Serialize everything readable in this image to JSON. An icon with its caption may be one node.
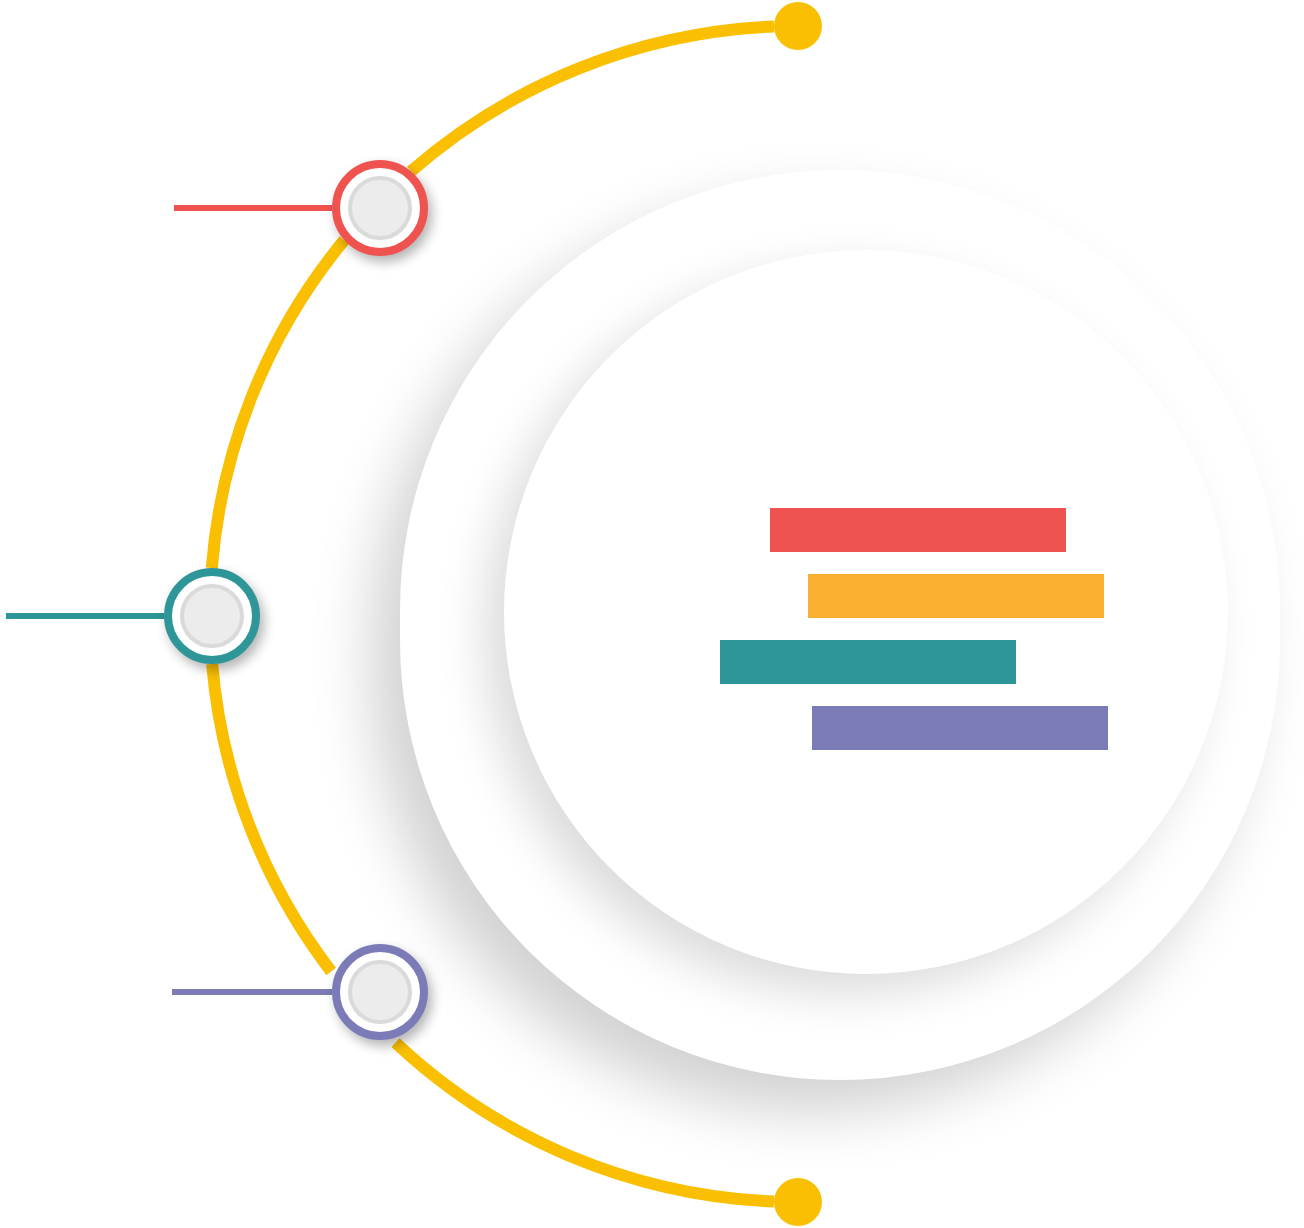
{
  "diagram": {
    "nodes": [
      {
        "text": [],
        "shape": "circle"
      },
      {
        "text": [],
        "shape": "circle"
      },
      {
        "text": [],
        "shape": "circle"
      },
      {
        "text": [],
        "shape": "circle"
      },
      {
        "text": [],
        "shape": "circle"
      },
      {
        "text": [],
        "shape": "bar"
      },
      {
        "text": [],
        "shape": "bar"
      },
      {
        "text": [],
        "shape": "bar"
      },
      {
        "text": [],
        "shape": "bar"
      }
    ],
    "edges": [
      {
        "from": 0,
        "to": 1,
        "arrow": "none",
        "color": "#f9bf00"
      },
      {
        "from": 1,
        "to": 2,
        "arrow": "none",
        "color": "#f9bf00"
      },
      {
        "from": 2,
        "to": 3,
        "arrow": "none",
        "color": "#f9bf00"
      },
      {
        "from": 3,
        "to": 4,
        "arrow": "none",
        "color": "#f9bf00"
      },
      {
        "from": null,
        "to": 1,
        "arrow": "none",
        "color": "#ef5350"
      },
      {
        "from": null,
        "to": 2,
        "arrow": "none",
        "color": "#2e9699"
      },
      {
        "from": null,
        "to": 3,
        "arrow": "none",
        "color": "#7b7bb8"
      }
    ]
  }
}
